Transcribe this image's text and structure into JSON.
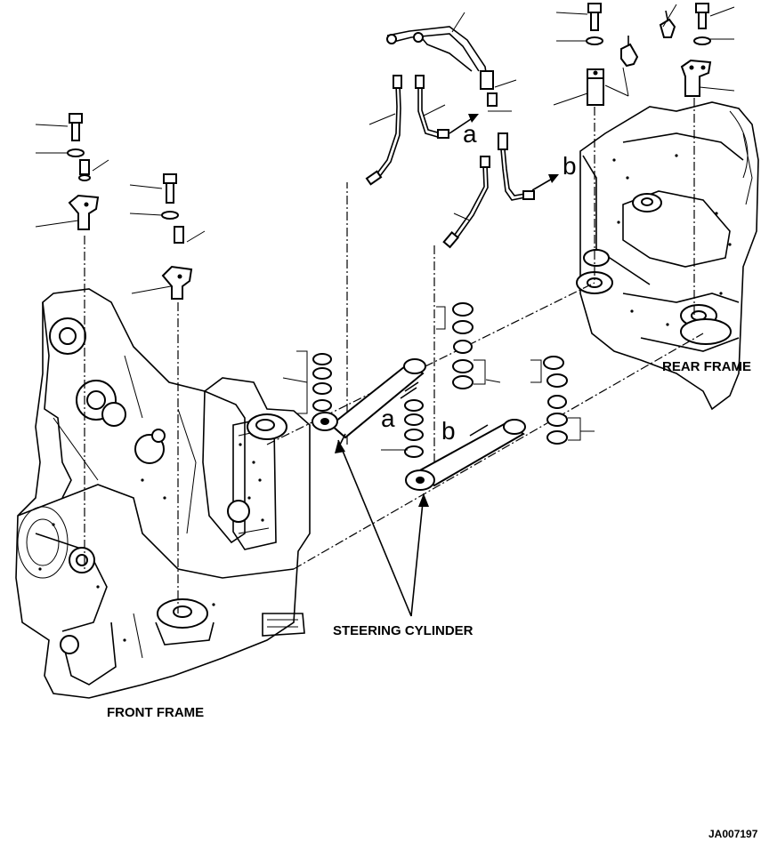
{
  "labels": {
    "front_frame": "FRONT FRAME",
    "rear_frame": "REAR FRAME",
    "steering_cylinder": "STEERING CYLINDER",
    "port_a": "a",
    "port_b": "b",
    "drawing_id": "JA007197"
  },
  "colors": {
    "ink": "#000000",
    "paper": "#ffffff"
  }
}
